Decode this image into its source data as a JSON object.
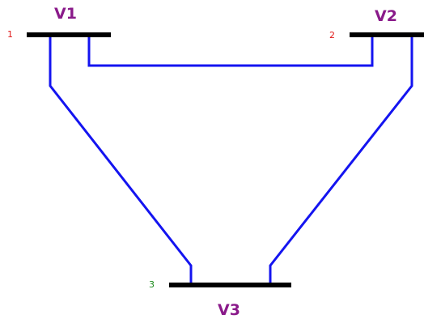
{
  "diagram": {
    "buses": [
      {
        "id": 1,
        "number": "1",
        "name": "V1"
      },
      {
        "id": 2,
        "number": "2",
        "name": "V2"
      },
      {
        "id": 3,
        "number": "3",
        "name": "V3"
      }
    ],
    "lines": [
      {
        "from": 1,
        "to": 2
      },
      {
        "from": 1,
        "to": 3
      },
      {
        "from": 2,
        "to": 3
      }
    ]
  },
  "colors": {
    "bus_bar": "#000000",
    "line": "#1414f0",
    "bus_name": "#8a1a8a",
    "bus_number_1": "#e01818",
    "bus_number_2": "#e01818",
    "bus_number_3": "#1a8a1a"
  }
}
